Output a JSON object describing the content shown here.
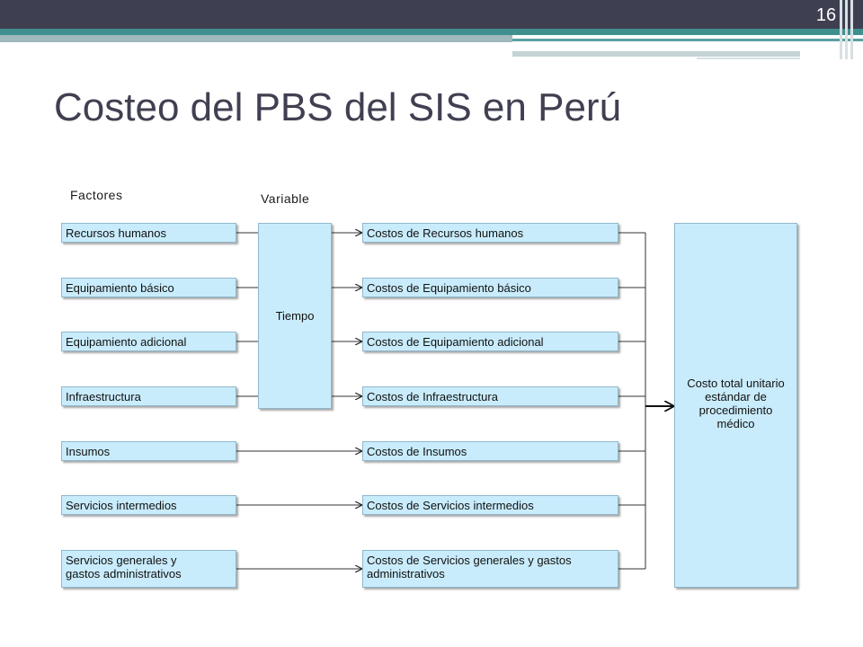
{
  "slide": {
    "number": "16",
    "title": "Costeo del PBS del SIS en Perú"
  },
  "diagram": {
    "factors_label": "Factores",
    "variable_label": "Variable",
    "factors": [
      "Recursos humanos",
      "Equipamiento básico",
      "Equipamiento adicional",
      "Infraestructura",
      "Insumos",
      "Servicios intermedios",
      "Servicios generales y gastos administrativos"
    ],
    "variable": "Tiempo",
    "costs": [
      "Costos de Recursos humanos",
      "Costos de Equipamiento básico",
      "Costos de Equipamiento adicional",
      "Costos de Infraestructura",
      "Costos de Insumos",
      "Costos de Servicios intermedios",
      "Costos de Servicios generales y gastos administrativos"
    ],
    "result": "Costo total unitario estándar de procedimiento médico"
  },
  "colors": {
    "box_fill": "#c9ecfc",
    "header_bar": "#3f3f52",
    "accent_teal": "#3f8f8f"
  }
}
